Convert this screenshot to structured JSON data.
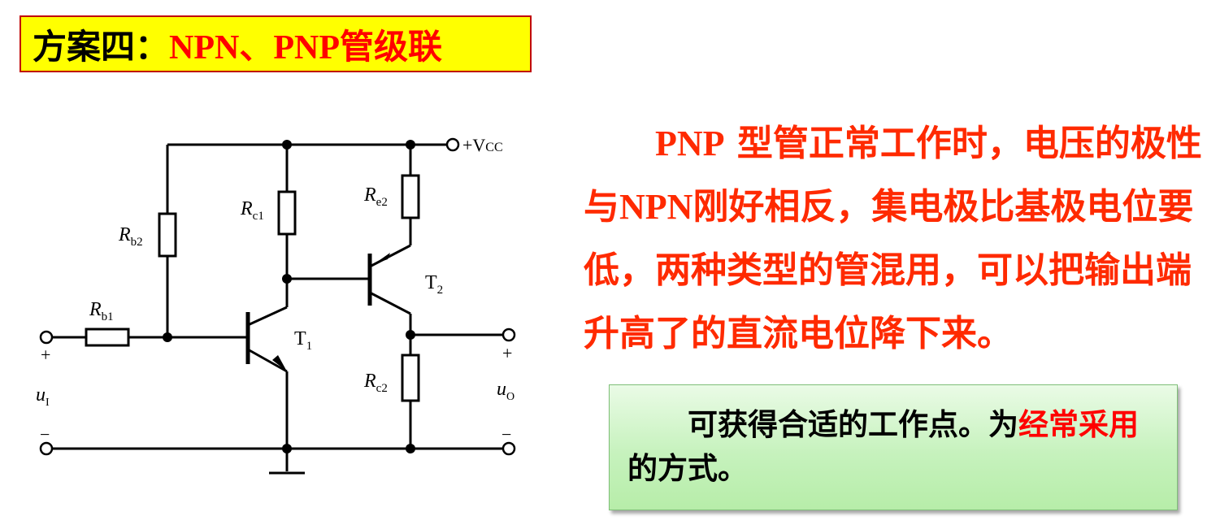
{
  "title": {
    "main": "方案四：",
    "sub": "NPN、PNP管级联"
  },
  "description": {
    "indent": "　　",
    "p1_latin": "PNP",
    "p1_rest": " 型管正常工作时，电压的极性与",
    "p1_latin2": "NPN",
    "p1_tail": "刚好相反，集电极比基极电位要低，两种类型的管混用，可以把输出端升高了的直流电位降下来。"
  },
  "note": {
    "indent": "　　",
    "text1": "可获得合适的工作点。为",
    "highlight": "经常采用",
    "text2": "的方式。"
  },
  "circuit": {
    "vcc_label": "+V",
    "vcc_sub": "CC",
    "rb2": "R",
    "rb2_sub": "b2",
    "rb1": "R",
    "rb1_sub": "b1",
    "rc1": "R",
    "rc1_sub": "c1",
    "re2": "R",
    "re2_sub": "e2",
    "rc2": "R",
    "rc2_sub": "c2",
    "t1": "T",
    "t1_sub": "1",
    "t2": "T",
    "t2_sub": "2",
    "ui": "u",
    "ui_sub": "I",
    "uo": "u",
    "uo_sub": "O",
    "plus": "+",
    "minus": "−"
  },
  "colors": {
    "title_bg": "#ffff00",
    "title_border": "#c00000",
    "accent_red": "#ff2a00",
    "note_bg": "#c6f2bd"
  }
}
